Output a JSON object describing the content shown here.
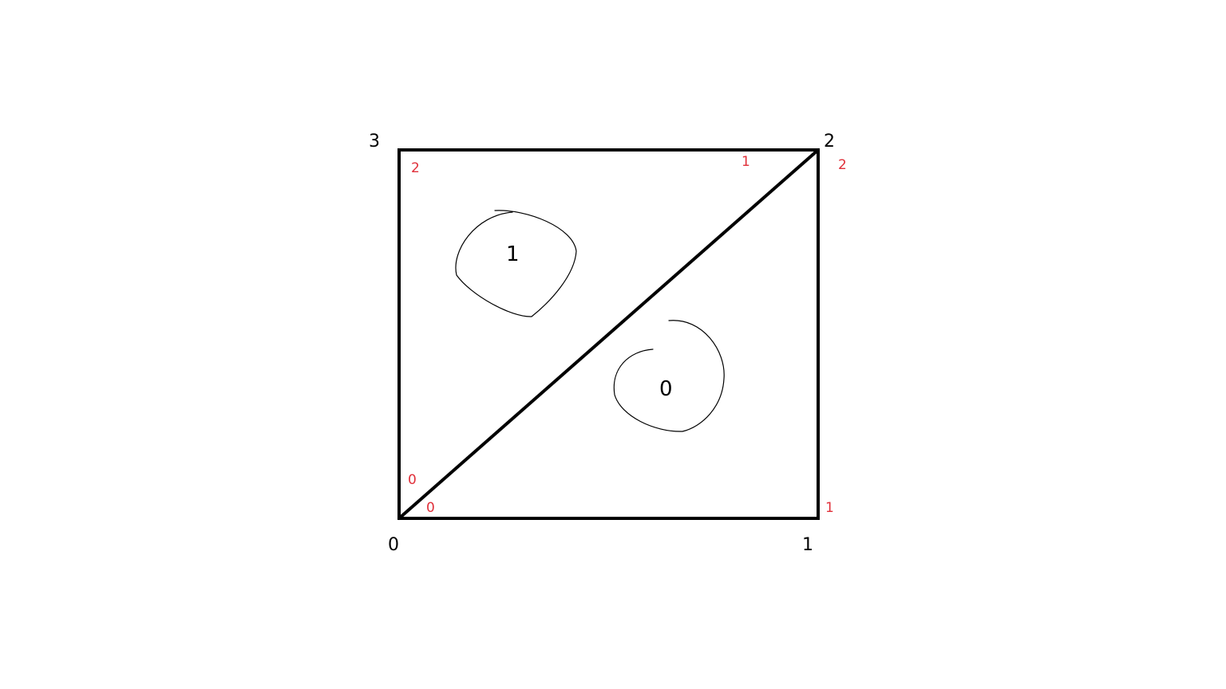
{
  "diagram": {
    "vertices": [
      {
        "id": "v0",
        "label": "0"
      },
      {
        "id": "v1",
        "label": "1"
      },
      {
        "id": "v2",
        "label": "2"
      },
      {
        "id": "v3",
        "label": "3"
      }
    ],
    "triangles": [
      {
        "id": "t0",
        "label": "0",
        "corner_labels": [
          "0",
          "1",
          "2"
        ]
      },
      {
        "id": "t1",
        "label": "1",
        "corner_labels": [
          "0",
          "1",
          "2"
        ]
      }
    ],
    "colors": {
      "edge": "#000000",
      "vertex_label": "#000000",
      "local_index_label": "#e0303a",
      "background": "#ffffff"
    }
  }
}
